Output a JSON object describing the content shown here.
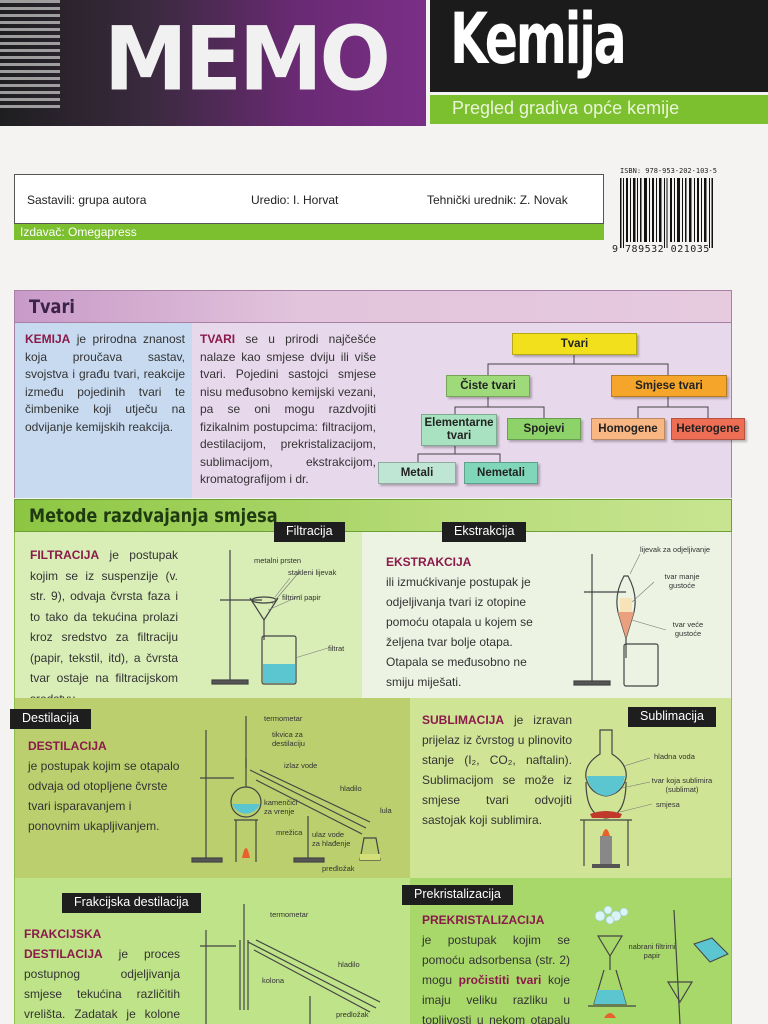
{
  "header": {
    "memo": "MEMO",
    "title": "Kemija",
    "subtitle": "Pregled gradiva opće kemije"
  },
  "credits": {
    "sastavili": "Sastavili: grupa autora",
    "uredio": "Uredio: I. Horvat",
    "tehnicki": "Tehnički urednik: Z. Novak",
    "izdavac": "Izdavač: Omegapress"
  },
  "barcode": {
    "isbn": "ISBN: 978-953-202-103-5",
    "number": "9 789532 021035"
  },
  "tvari": {
    "title": "Tvari",
    "kemija_kw": "KEMIJA",
    "kemija_text": " je prirodna znanost koja proučava sastav, svojstva i građu tvari, reakcije između pojedinih tvari te čimbenike koji utječu na odvijanje kemijskih reakcija.",
    "tvari_kw": "TVARI",
    "tvari_text": " se u prirodi najčešće nalaze kao smjese dviju ili više tvari. Pojedini sastojci smjese nisu međusobno kemijski vezani, pa se oni mogu razdvojiti fizikalnim postupcima: filtracijom, destilacijom, prekristalizacijom, sublimacijom, ekstrakcijom, kromatografijom i dr.",
    "tree": {
      "root": "Tvari",
      "ciste": "Čiste tvari",
      "smjese": "Smjese tvari",
      "elementarne": "Elementarne tvari",
      "spojevi": "Spojevi",
      "homogene": "Homogene",
      "heterogene": "Heterogene",
      "metali": "Metali",
      "nemetali": "Nemetali"
    }
  },
  "metode": {
    "title": "Metode razdvajanja smjesa",
    "filtracija": {
      "tag": "Filtracija",
      "kw": "FILTRACIJA",
      "text": " je postupak kojim se iz suspenzije (v. str. 9), odvaja čvrsta faza i to tako da tekućina prolazi kroz sredstvo za filtraciju (papir, tekstil, itd), a čvrsta tvar ostaje na filtracijskom sredstvu.",
      "labels": [
        "metalni prsten",
        "stakleni lijevak",
        "filtrirni papir",
        "filtrat"
      ]
    },
    "ekstrakcija": {
      "tag": "Ekstrakcija",
      "kw": "EKSTRAKCIJA",
      "text": "ili izmućkivanje postupak je odjeljivanja tvari iz otopine pomoću otapala u kojem se željena tvar bolje otapa. Otapala se međusobno ne smiju miješati.",
      "labels": [
        "lijevak za odjeljivanje",
        "tvar manje gustoće",
        "tvar veće gustoće"
      ]
    },
    "destilacija": {
      "tag": "Destilacija",
      "kw": "DESTILACIJA",
      "text": "je postupak kojim se otapalo odvaja od otopljene čvrste tvari isparavanjem i ponovnim ukapljivanjem.",
      "labels": [
        "termometar",
        "tikvica za destilaciju",
        "izlaz vode",
        "hladilo",
        "kamenčići za vrenje",
        "mrežica",
        "ulaz vode za hlađenje",
        "lula",
        "predložak"
      ]
    },
    "sublimacija": {
      "tag": "Sublimacija",
      "kw": "SUBLIMACIJA",
      "text": " je izravan prijelaz iz čvrstog u plinovito stanje (I₂, CO₂, naftalin). Sublimacijom se može iz smjese tvari odvojiti sastojak koji sublimira.",
      "labels": [
        "hladna voda",
        "tvar koja sublimira (sublimat)",
        "smjesa"
      ]
    },
    "frakcijska": {
      "tag": "Frakcijska destilacija",
      "kw": "FRAKCIJSKA DESTILACIJA",
      "text": " je proces postupnog odjeljivanja smjese tekućina različitih vrelišta. Zadatak je kolone da produlji put parama kako bi odjeljivanje bilo bolje.",
      "labels": [
        "termometar",
        "hladilo",
        "kolona",
        "predložak"
      ]
    },
    "prekristalizacija": {
      "tag": "Prekristalizacija",
      "kw": "PREKRISTALIZACIJA",
      "text1": "je postupak kojim se pomoću adsorbensa (str. 2) mogu ",
      "kw2": "pročistiti tvari",
      "text2": " koje imaju veliku razliku u topljivosti u nekom otapalu pri različitim",
      "labels": [
        "nabrani filtrirni papir"
      ]
    }
  }
}
